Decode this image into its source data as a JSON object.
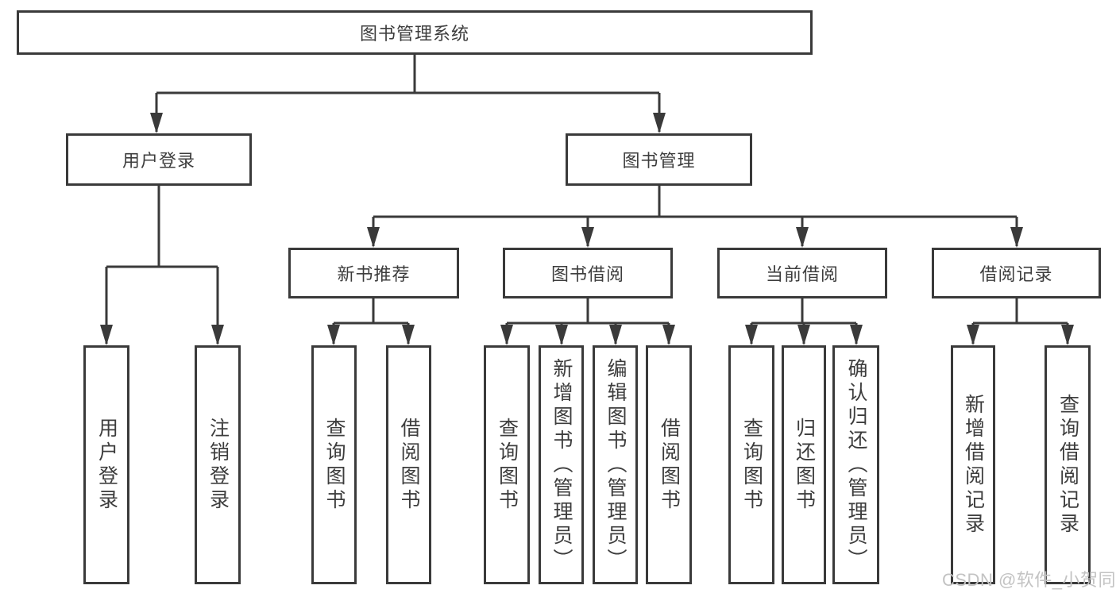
{
  "diagram": {
    "type": "hierarchy-tree",
    "nodes": {
      "root": "图书管理系统",
      "user_login": "用户登录",
      "book_management": "图书管理",
      "new_book_recommend": "新书推荐",
      "book_borrow": "图书借阅",
      "current_borrow": "当前借阅",
      "borrow_records": "借阅记录",
      "leaf_user_login": "用户登录",
      "leaf_logout": "注销登录",
      "leaf_nb_query_book": "查询图书",
      "leaf_nb_borrow_book": "借阅图书",
      "leaf_bb_query_book": "查询图书",
      "leaf_bb_add_book": "新增图书（管理员）",
      "leaf_bb_edit_book": "编辑图书（管理员）",
      "leaf_bb_borrow_book": "借阅图书",
      "leaf_cb_query_book": "查询图书",
      "leaf_cb_return_book": "归还图书",
      "leaf_cb_confirm_return": "确认归还（管理员）",
      "leaf_br_add_record": "新增借阅记录",
      "leaf_br_query_record": "查询借阅记录"
    },
    "structure": {
      "图书管理系统": {
        "用户登录": [
          "用户登录",
          "注销登录"
        ],
        "图书管理": {
          "新书推荐": [
            "查询图书",
            "借阅图书"
          ],
          "图书借阅": [
            "查询图书",
            "新增图书（管理员）",
            "编辑图书（管理员）",
            "借阅图书"
          ],
          "当前借阅": [
            "查询图书",
            "归还图书",
            "确认归还（管理员）"
          ],
          "借阅记录": [
            "新增借阅记录",
            "查询借阅记录"
          ]
        }
      }
    },
    "colors": {
      "line": "#3a3a3a",
      "box_border": "#3a3a3a",
      "box_fill": "#ffffff",
      "text": "#3d3d3d",
      "watermark": "#c3c3c3"
    }
  },
  "watermark": {
    "text": "CSDN @软件_小贺同学"
  }
}
